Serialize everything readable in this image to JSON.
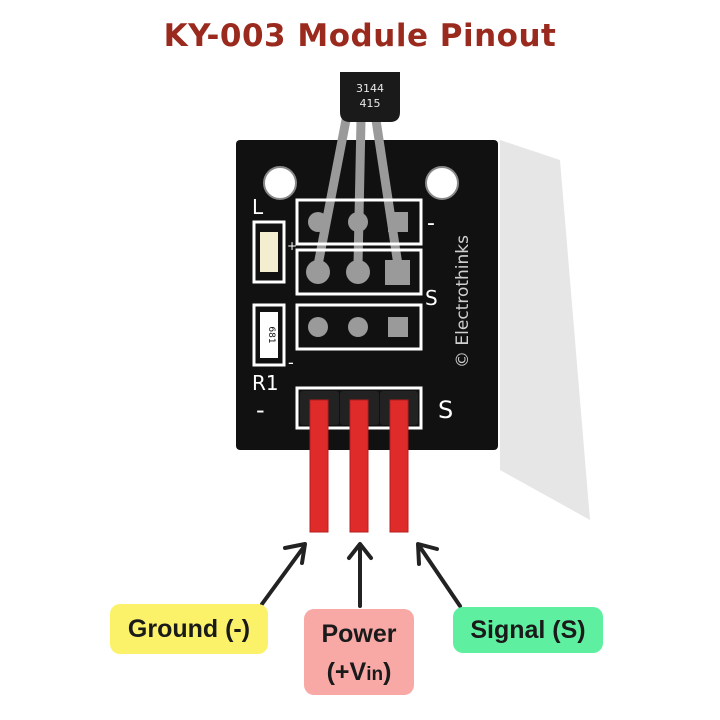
{
  "title": "KY-003 Module Pinout",
  "sensor_marking": {
    "line1": "3144",
    "line2": "415"
  },
  "board": {
    "led_label": "L",
    "resistor_label": "R1",
    "resistor_value": "681",
    "plus_mark": "+",
    "minus_mark": "-",
    "signal_mark": "S",
    "watermark": "© Electrothinks"
  },
  "pins": {
    "ground": "Ground (-)",
    "power_line1": "Power",
    "power_line2_prefix": "(+V",
    "power_line2_sub": "in",
    "power_line2_suffix": ")",
    "signal": "Signal (S)"
  },
  "colors": {
    "title": "#9b2a1e",
    "board": "#111111",
    "pin": "#e02b2b",
    "ground_bg": "#fbf26a",
    "power_bg": "#f8a9a6",
    "signal_bg": "#5ef0a0"
  }
}
